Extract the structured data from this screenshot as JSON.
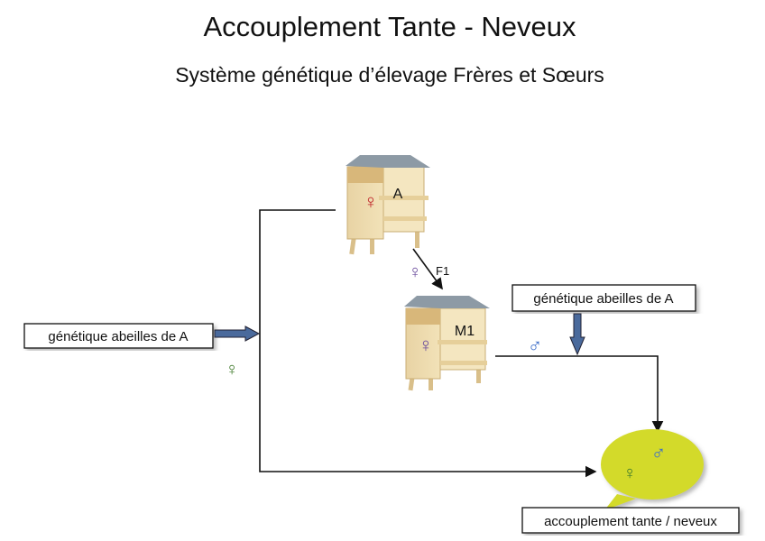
{
  "title": "Accouplement Tante - Neveux",
  "subtitle": "Système génétique d’élevage Frères et Sœurs",
  "hives": [
    {
      "label": "A",
      "symbol": "♀",
      "symbol_color": "#c0262b"
    },
    {
      "label": "M1",
      "symbol": "♀",
      "symbol_color": "#6a4b9c"
    }
  ],
  "f1_arrow": {
    "symbol": "♀",
    "label": "F1",
    "symbol_color": "#6a4b9c"
  },
  "left_box": "génétique abeilles de A",
  "left_female": "♀",
  "right_box": "génétique abeilles de A",
  "male_symbol": "♂",
  "bubble": {
    "female": "♀",
    "male": "♂",
    "color": "#d3da2c"
  },
  "result_box": "accouplement tante / neveux",
  "colors": {
    "green": "#3f7a2a",
    "blue": "#3d6ec9",
    "arrow_fill": "#4a6a9c"
  }
}
